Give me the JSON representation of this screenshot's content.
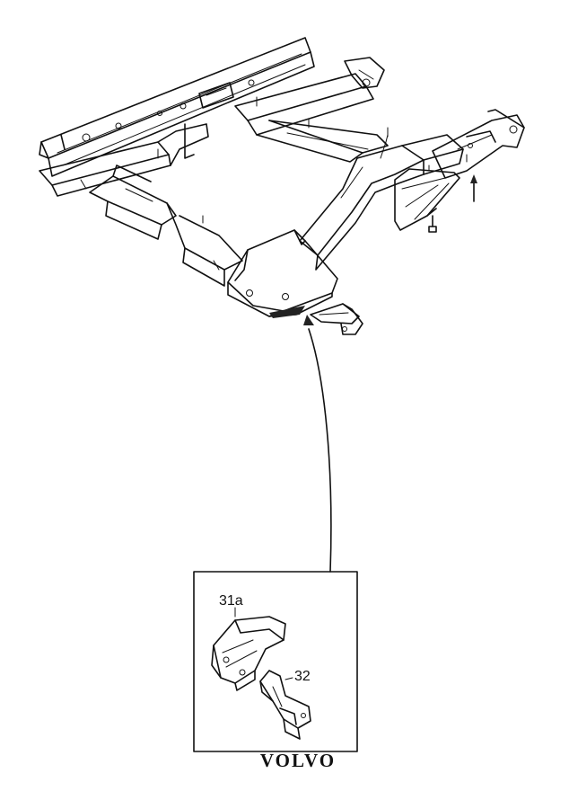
{
  "diagram": {
    "callouts": [
      {
        "id": "31a",
        "label": "31a"
      },
      {
        "id": "32",
        "label": "32"
      }
    ],
    "brand": "VOLVO",
    "colors": {
      "line": "#111111",
      "background": "#ffffff"
    }
  }
}
